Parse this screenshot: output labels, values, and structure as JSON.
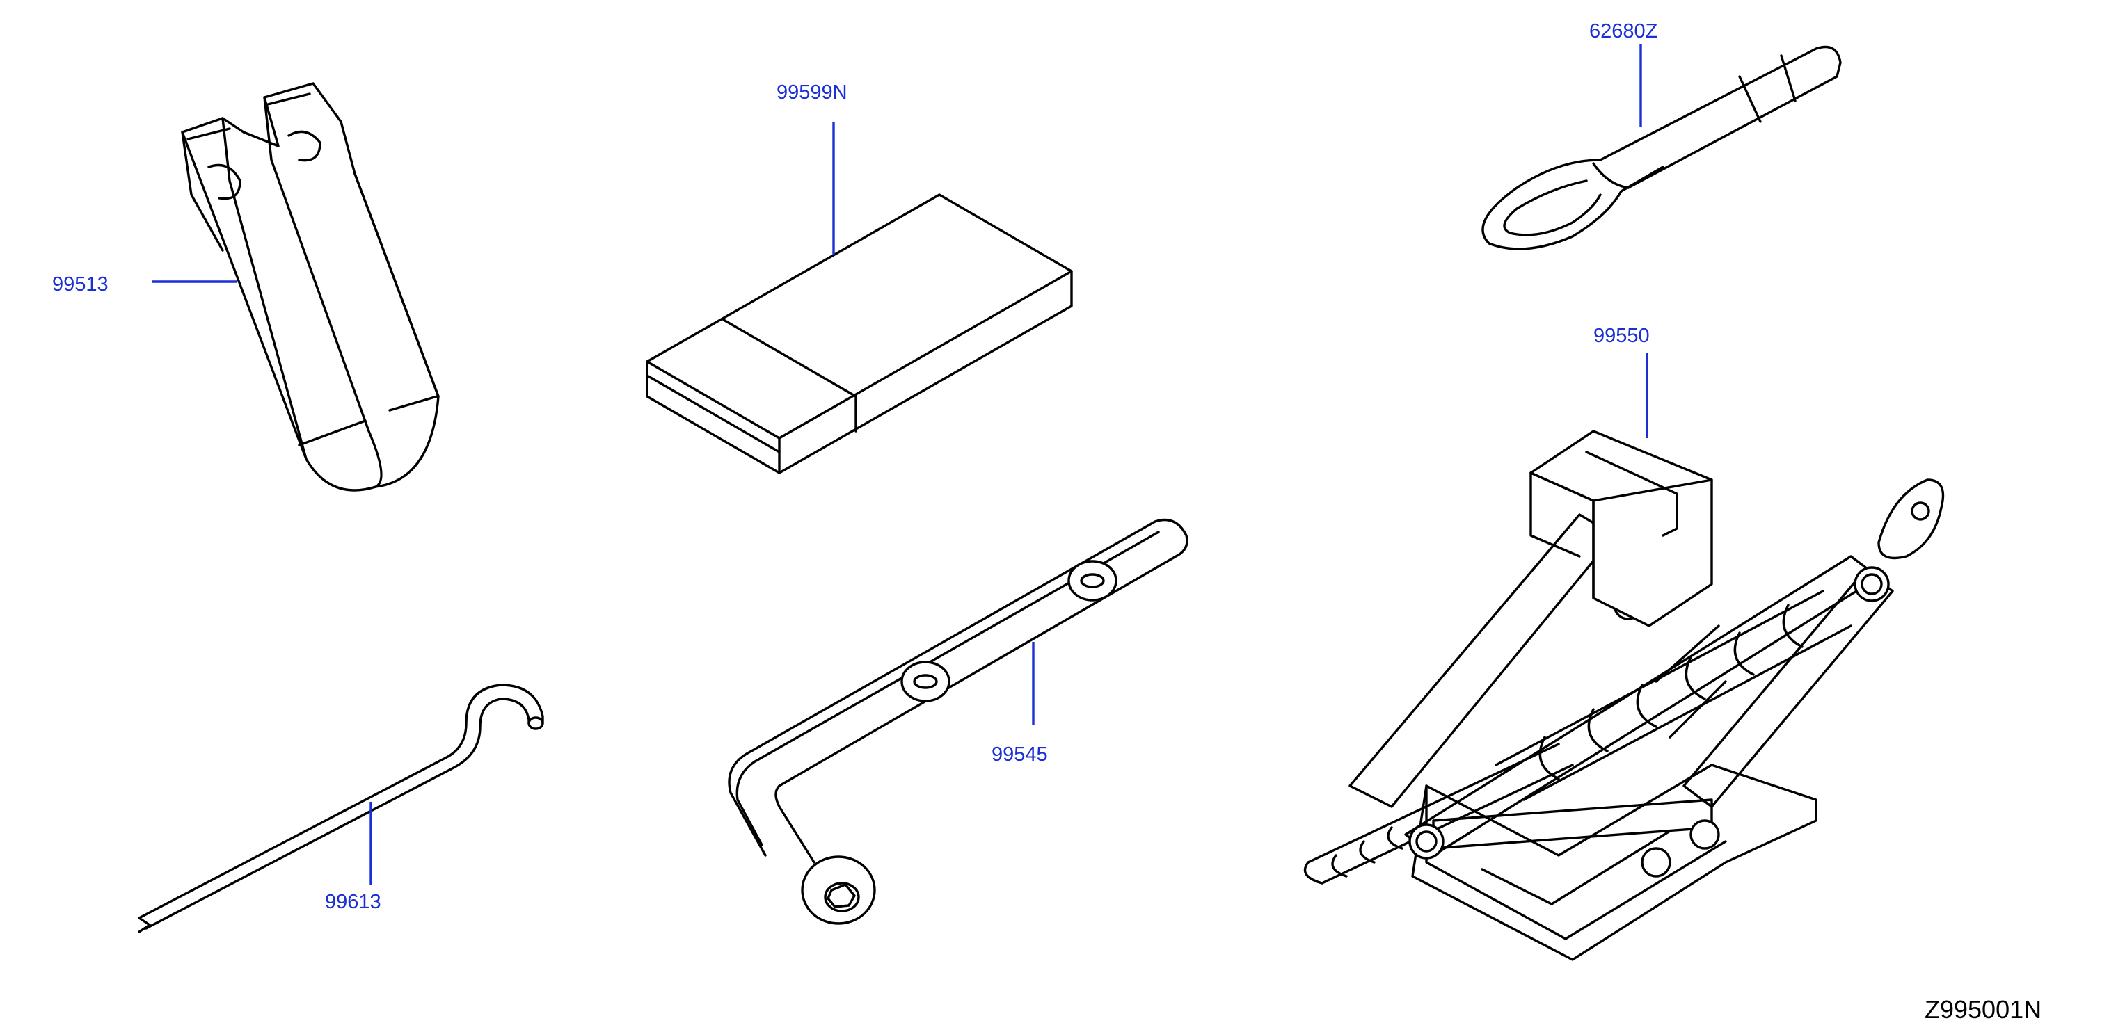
{
  "diagram": {
    "reference_code": "Z995001N",
    "colors": {
      "callout": "#1a2fd6",
      "line_art": "#000000",
      "background": "#ffffff"
    },
    "parts": [
      {
        "id": "99513",
        "label": "99513",
        "depicts": "tool-bag-icon"
      },
      {
        "id": "99599N",
        "label": "99599N",
        "depicts": "tool-box-icon"
      },
      {
        "id": "62680Z",
        "label": "62680Z",
        "depicts": "tow-hook-icon"
      },
      {
        "id": "99550",
        "label": "99550",
        "depicts": "scissor-jack-icon"
      },
      {
        "id": "99613",
        "label": "99613",
        "depicts": "hook-rod-icon"
      },
      {
        "id": "99545",
        "label": "99545",
        "depicts": "wheel-wrench-icon"
      }
    ]
  }
}
